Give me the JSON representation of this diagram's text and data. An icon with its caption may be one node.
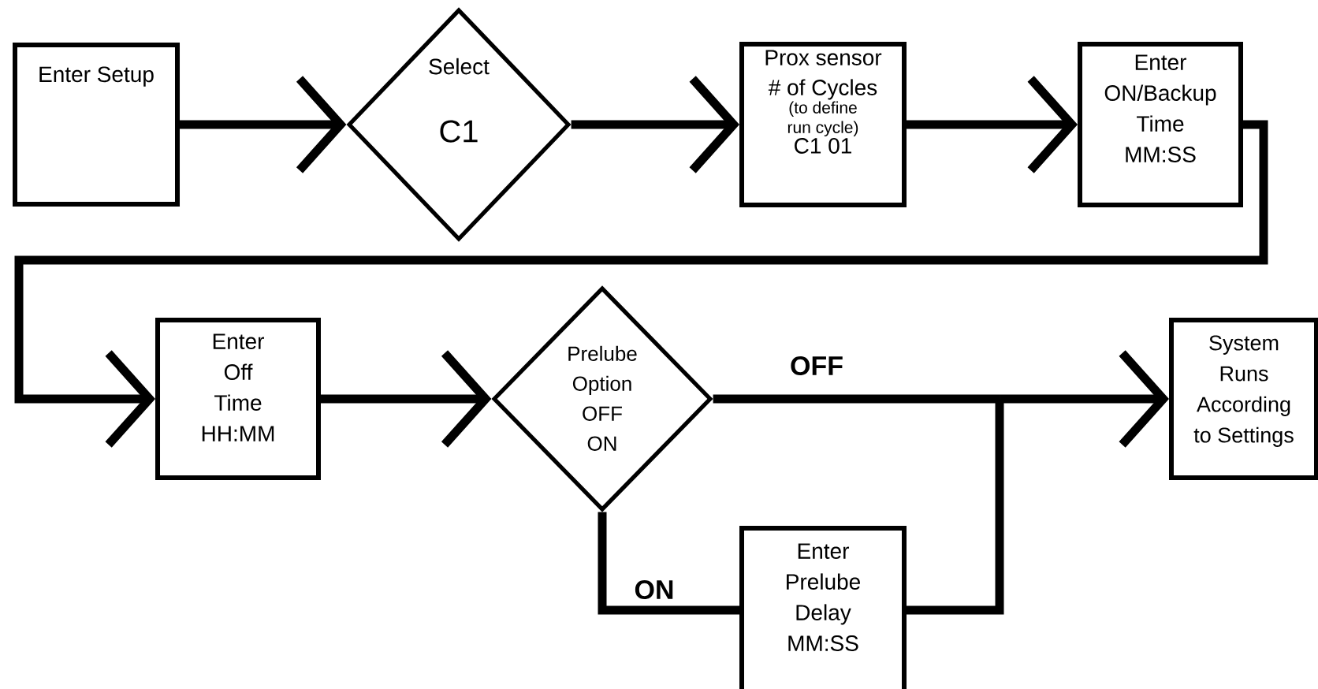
{
  "diagram": {
    "nodes": [
      {
        "text": [
          "Enter Setup"
        ]
      },
      {
        "text": [
          "Select",
          "C1"
        ]
      },
      {
        "text": [
          "Prox sensor # of Cycles",
          "(to define run cycle)",
          "C1 01"
        ]
      },
      {
        "text": [
          "Enter ON/Backup Time MM:SS"
        ]
      },
      {
        "text": [
          "Enter Off Time HH:MM"
        ]
      },
      {
        "text": [
          "Prelube Option OFF ON"
        ]
      },
      {
        "text": [
          "System Runs According to Settings"
        ]
      },
      {
        "text": [
          "Enter Prelube Delay MM:SS"
        ]
      }
    ],
    "edges": [
      {
        "from": 0,
        "to": 1,
        "arrow": "to"
      },
      {
        "from": 1,
        "to": 2,
        "arrow": "to"
      },
      {
        "from": 2,
        "to": 3,
        "arrow": "to"
      },
      {
        "from": 3,
        "to": 4,
        "arrow": "to"
      },
      {
        "from": 4,
        "to": 5,
        "arrow": "to"
      },
      {
        "from": 5,
        "to": 6,
        "arrow": "to",
        "label": "OFF"
      },
      {
        "from": 5,
        "to": 7,
        "arrow": "none",
        "label": "ON"
      },
      {
        "from": 7,
        "to": 6,
        "arrow": "to"
      }
    ]
  }
}
